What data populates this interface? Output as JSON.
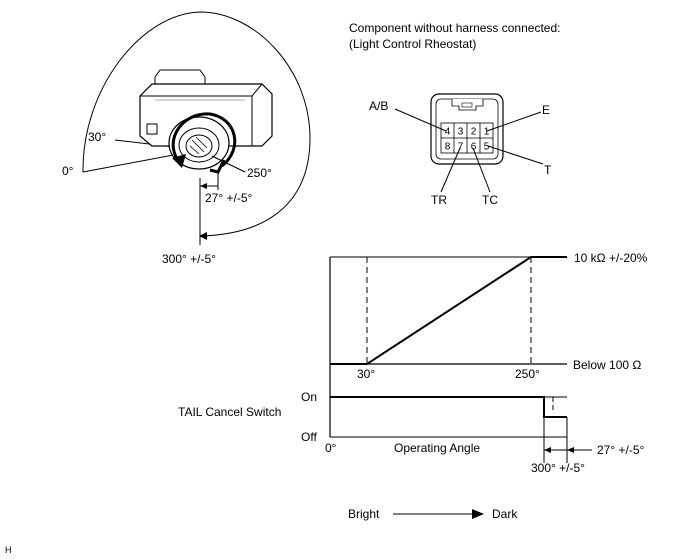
{
  "component": {
    "title_line1": "Component without harness connected:",
    "title_line2": "(Light Control Rheostat)"
  },
  "connector": {
    "pins_top": [
      "4",
      "3",
      "2",
      "1"
    ],
    "pins_bottom": [
      "8",
      "7",
      "6",
      "5"
    ],
    "labels": {
      "ab": "A/B",
      "e": "E",
      "t": "T",
      "tr": "TR",
      "tc": "TC"
    }
  },
  "dial": {
    "angle_30": "30°",
    "angle_0": "0°",
    "angle_250": "250°",
    "angle_27": "27° +/-5°",
    "angle_300": "300° +/-5°"
  },
  "graph": {
    "resistance_max": "10 kΩ +/-20%",
    "resistance_min": "Below 100 Ω",
    "x_30": "30°",
    "x_250": "250°",
    "x_0": "0°",
    "x_title": "Operating Angle",
    "switch_label": "TAIL Cancel Switch",
    "on_label": "On",
    "off_label": "Off",
    "angle_27": "27° +/-5°",
    "angle_300": "300° +/-5°"
  },
  "direction": {
    "left": "Bright",
    "right": "Dark"
  },
  "footer": {
    "mark": "H"
  }
}
